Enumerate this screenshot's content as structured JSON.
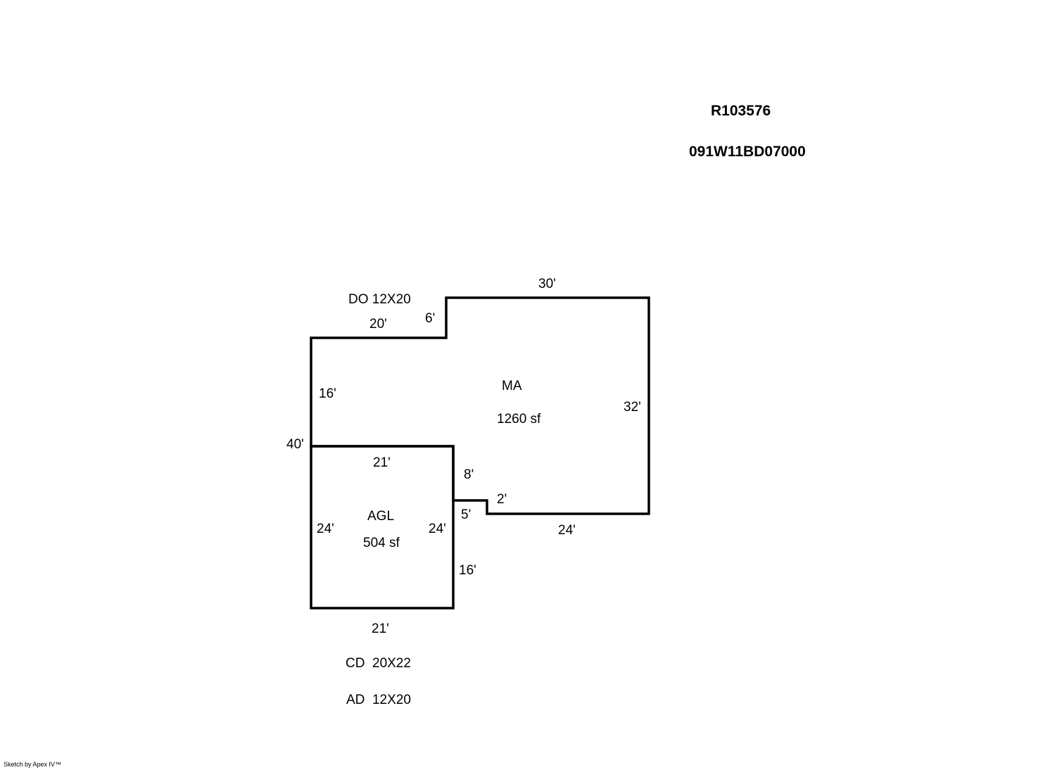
{
  "header": {
    "record_id": "R103576",
    "map_tax_lot": "091W11BD07000"
  },
  "sketch": {
    "areas": [
      {
        "code": "MA",
        "area": "1260 sf"
      },
      {
        "code": "AGL",
        "area": "504 sf"
      }
    ],
    "dimensions": {
      "ma_top": "30'",
      "ma_right": "32'",
      "ma_bottom": "24'",
      "ma_step_vertical": "6'",
      "ma_upper_left_top": "20'",
      "ma_left_upper": "16'",
      "ma_left_total": "40'",
      "ma_notch_vertical_upper": "8'",
      "ma_notch_horizontal": "2'",
      "ma_notch_vertical_lower": "5'",
      "agl_top": "21'",
      "agl_left": "24'",
      "agl_right": "24'",
      "agl_right_lower": "16'",
      "agl_bottom": "21'"
    },
    "notes": {
      "do": "DO 12X20",
      "cd": "CD  20X22",
      "ad": "AD  12X20"
    }
  },
  "footer": {
    "credit": "Sketch by Apex IV™"
  }
}
